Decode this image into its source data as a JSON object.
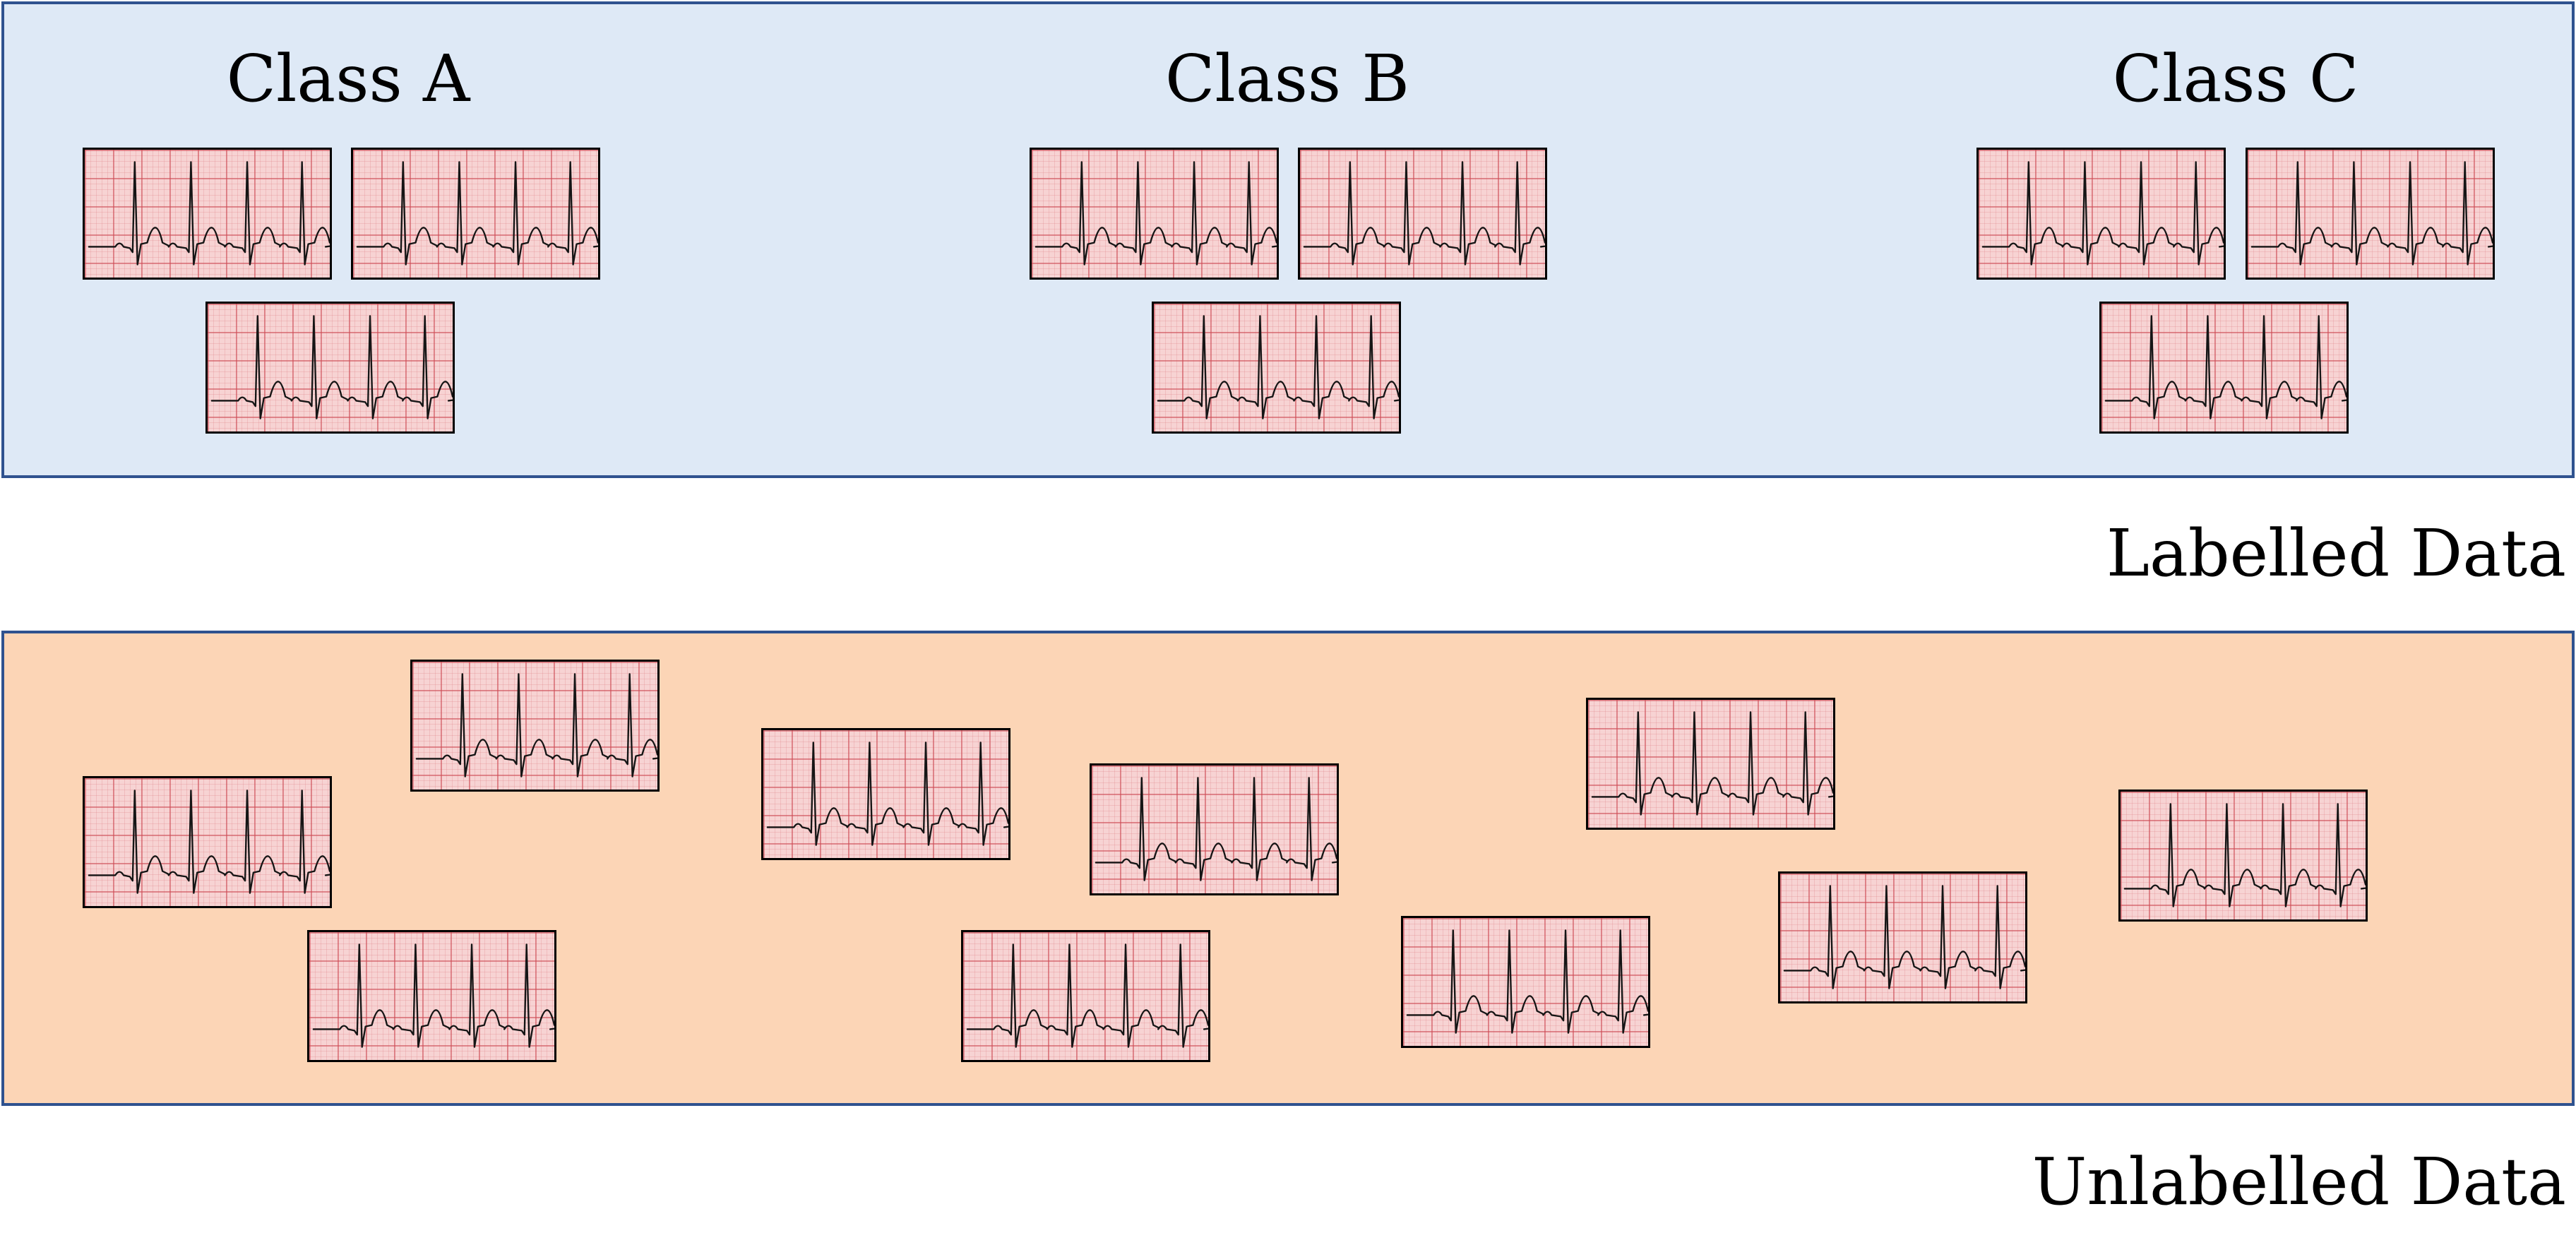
{
  "labelled": {
    "caption": "Labelled Data",
    "classes": [
      {
        "title": "Class A"
      },
      {
        "title": "Class B"
      },
      {
        "title": "Class C"
      }
    ]
  },
  "unlabelled": {
    "caption": "Unlabelled Data"
  },
  "colors": {
    "labelled_panel": "#dee9f6",
    "unlabelled_panel": "#fcd5b6",
    "panel_border": "#2f528f",
    "ecg_paper": "#f7d3d3",
    "ecg_grid": "#cd4b55",
    "ecg_trace": "#151515"
  },
  "icons": [
    "ecg-strip-icon"
  ]
}
